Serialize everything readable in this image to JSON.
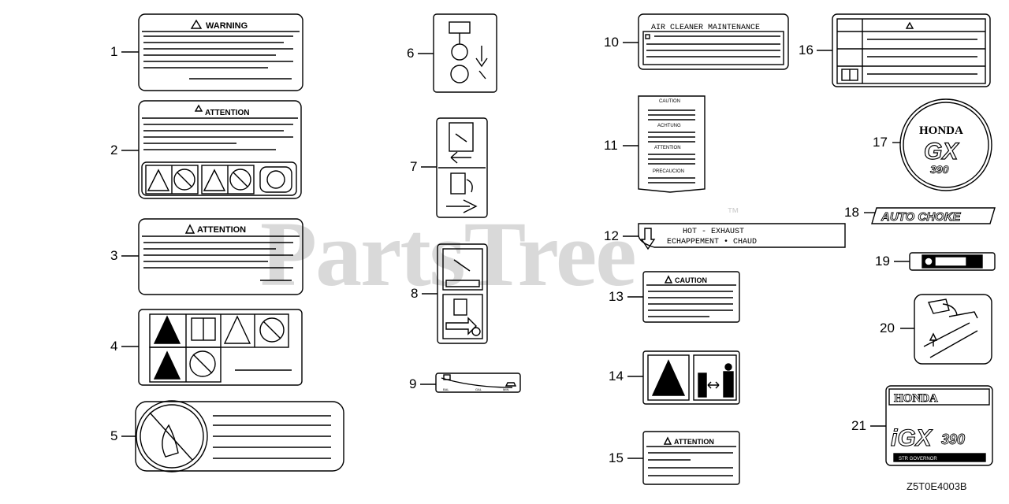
{
  "watermark": {
    "text": "PartsTree",
    "trademark": "™"
  },
  "diagram_code": "Z5T0E4003B",
  "callouts": [
    "1",
    "2",
    "3",
    "4",
    "5",
    "6",
    "7",
    "8",
    "9",
    "10",
    "11",
    "12",
    "13",
    "14",
    "15",
    "16",
    "17",
    "18",
    "19",
    "20",
    "21"
  ],
  "labels": {
    "warning": "WARNING",
    "attention": "ATTENTION",
    "air_cleaner": "AIR CLEANER MAINTENANCE",
    "caution_small": "CAUTION",
    "achtung": "ACHTUNG",
    "attention_small": "ATTENTION",
    "precaucion": "PRECAUCION",
    "hot_exhaust": "HOT - EXHAUST",
    "echappement": "ECHAPPEMENT • CHAUD",
    "caution": "CAUTION",
    "honda": "HONDA",
    "gx": "GX",
    "gx_num": "390",
    "auto_choke": "AUTO CHOKE",
    "igx": "iGX",
    "igx_num": "390",
    "str_governor": "STR GOVERNOR",
    "bar_left": "BAL",
    "bar_mid": "GAL",
    "bar_right": "MIN"
  }
}
